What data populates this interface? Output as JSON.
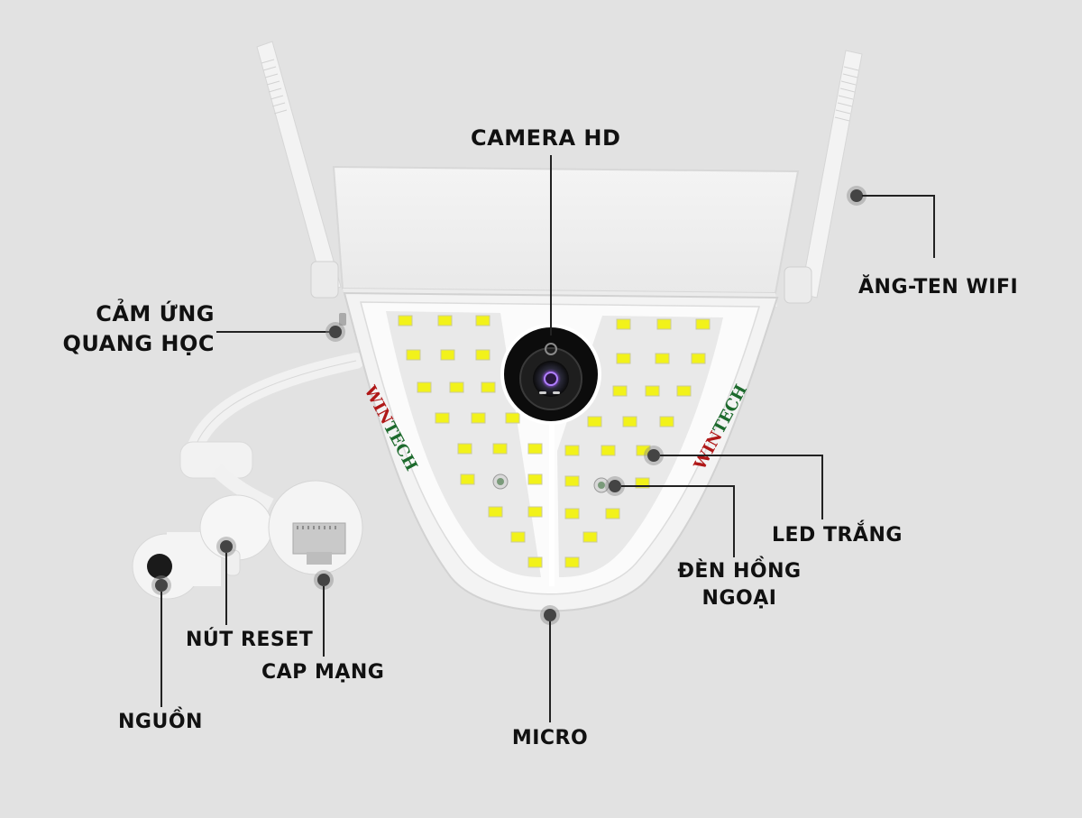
{
  "diagram": {
    "subject": "Solar/flood-light WiFi camera with annotated parts",
    "brand_mark": "WINTECH",
    "colors": {
      "background": "#e2e2e2",
      "housing": "#f4f4f4",
      "led": "#f2f21a",
      "callout_line": "#222222",
      "callout_dot": "#444444",
      "label_text": "#111111",
      "brand_red": "#b01818",
      "brand_green": "#1c6a2c"
    },
    "labels": {
      "camera_hd": "CAMERA HD",
      "antenna_wifi": "ĂNG-TEN WIFI",
      "light_sensor_line1": "CẢM ỨNG",
      "light_sensor_line2": "QUANG HỌC",
      "led_white": "LED TRẮNG",
      "infrared_line1": "ĐÈN HỒNG",
      "infrared_line2": "NGOẠI",
      "reset_button": "NÚT RESET",
      "network_cable": "CAP MẠNG",
      "power": "NGUỒN",
      "micro": "MICRO"
    }
  }
}
